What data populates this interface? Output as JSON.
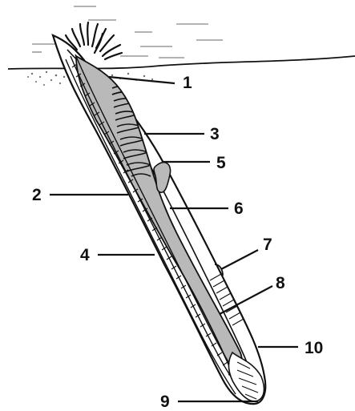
{
  "diagram": {
    "labels": {
      "l1": "1",
      "l2": "2",
      "l3": "3",
      "l4": "4",
      "l5": "5",
      "l6": "6",
      "l7": "7",
      "l8": "8",
      "l9": "9",
      "l10": "10"
    },
    "colors": {
      "ink": "#111111",
      "body_fill": "#ffffff",
      "gut_fill": "#b9b9b9",
      "sediment": "#6e6e6e"
    }
  }
}
